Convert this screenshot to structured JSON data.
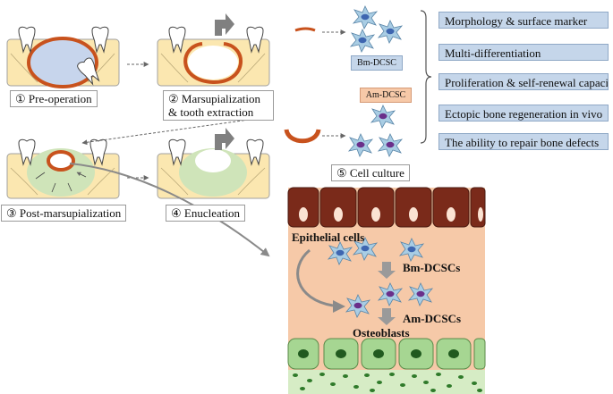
{
  "steps": {
    "s1": {
      "num": "①",
      "label": "Pre-operation"
    },
    "s2": {
      "num": "②",
      "line1": "Marsupialization",
      "line2": "& tooth extraction"
    },
    "s3": {
      "num": "③",
      "label": "Post-marsupialization"
    },
    "s4": {
      "num": "④",
      "label": "Enucleation"
    },
    "s5": {
      "num": "⑤",
      "label": "Cell culture"
    }
  },
  "cell_tags": {
    "bm": "Bm-DCSC",
    "am": "Am-DCSC"
  },
  "features": [
    "Morphology & surface marker",
    "Multi-differentiation",
    "Proliferation & self-renewal capacity",
    "Ectopic bone regeneration in vivo",
    "The ability to repair bone defects"
  ],
  "tissue": {
    "epithelial": "Epithelial cells",
    "bm": "Bm-DCSCs",
    "am": "Am-DCSCs",
    "osteo": "Osteoblasts"
  },
  "colors": {
    "bone": "#fbe7b0",
    "cyst_wall": "#c8521d",
    "cyst_fill": "#c7d5ec",
    "regen": "#cfe4b9",
    "feature_box": "#c5d6ea",
    "tissue_bg": "#f6c9a8",
    "epithelium": "#7a2a1a",
    "osteoblast": "#a6d692",
    "stem_cell": "#a9cde4",
    "nucleus_bm": "#3e66b0",
    "nucleus_am": "#6a2f8a"
  },
  "icons": [
    "tooth-icon",
    "gray-arrow-icon",
    "stem-cell-icon"
  ]
}
